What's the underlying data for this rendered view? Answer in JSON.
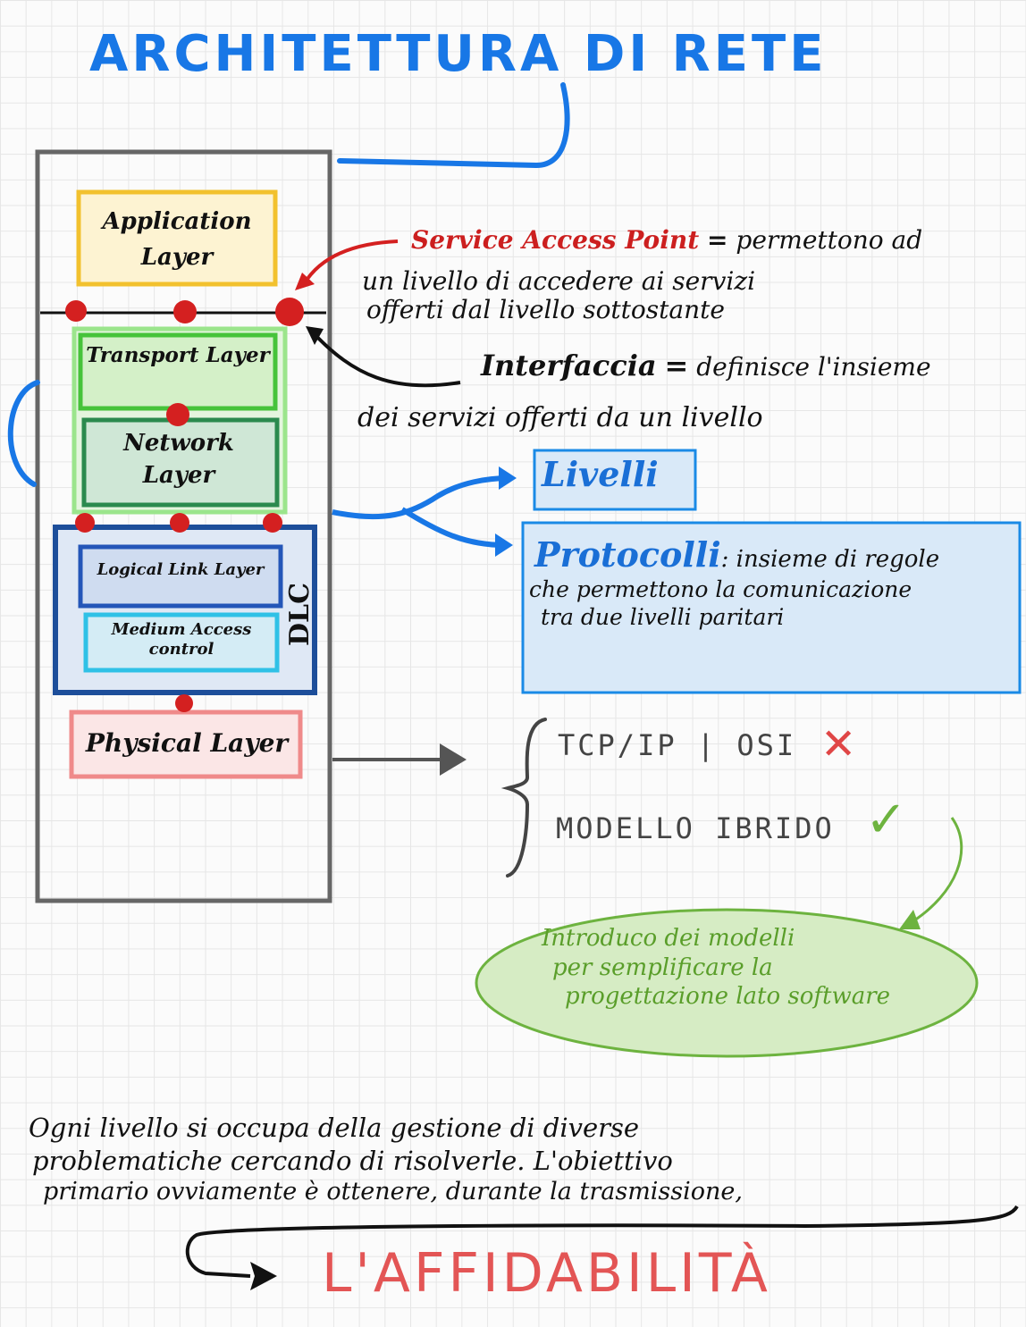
{
  "title": "ARCHITETTURA DI RETE",
  "stack": {
    "application": "Application Layer",
    "transport": "Transport Layer",
    "network": "Network Layer",
    "llc": "Logical Link Layer",
    "mac": "Medium Access control",
    "dlc": "DLC",
    "physical": "Physical Layer"
  },
  "sap": {
    "term": "Service Access Point",
    "eq": "=",
    "line1": "permettono ad",
    "line2": "un livello di accedere ai servizi",
    "line3": "offerti dal livello sottostante"
  },
  "interfaccia": {
    "term": "Interfaccia",
    "eq": "=",
    "line1": "definisce l'insieme",
    "line2": "dei servizi offerti da un livello"
  },
  "livelli": "Livelli",
  "protocolli": {
    "term": "Protocolli",
    "rest1": ": insieme di regole",
    "line2": "che permettono la comunicazione",
    "line3": "tra due livelli paritari"
  },
  "models": {
    "tcp_osi": "TCP/IP | OSI",
    "tcp_mark": "✕",
    "hybrid": "MODELLO IBRIDO",
    "hybrid_mark": "✓"
  },
  "ellipse_note": {
    "line1": "Introduco dei modelli",
    "line2": "per semplificare la",
    "line3": "progettazione lato software"
  },
  "bottom": {
    "line1": "Ogni livello si occupa della gestione di diverse",
    "line2": "problematiche cercando di risolverle. L'obiettivo",
    "line3": "primario ovviamente è ottenere, durante la trasmissione,",
    "result": "L'AFFIDABILITÀ"
  },
  "colors": {
    "blue": "#1877e6",
    "red": "#d42020",
    "green": "#6db33f",
    "yellow": "#f2c12e",
    "gray": "#555555"
  }
}
